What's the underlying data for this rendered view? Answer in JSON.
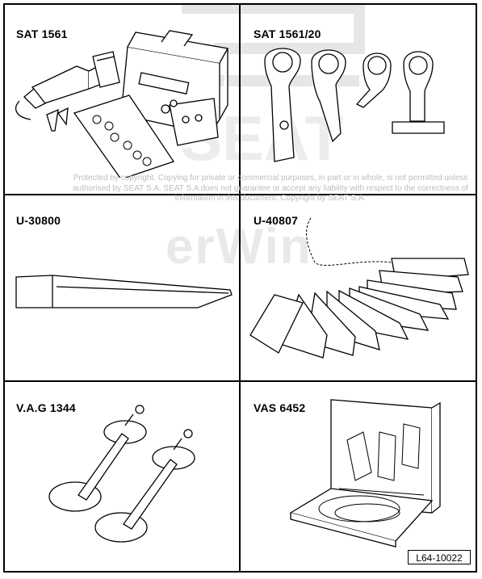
{
  "watermark": {
    "logo_text": "SEAT",
    "brand_text": "erWin",
    "copyright": "Protected by copyright. Copying for private or commercial purposes, in part or in whole, is not permitted unless authorised by SEAT S.A. SEAT S.A does not guarantee or accept any liability with respect to the correctness of information in this document. Copyright by SEAT S.A."
  },
  "tools": [
    {
      "label": "SAT 1561"
    },
    {
      "label": "SAT 1561/20"
    },
    {
      "label": "U-30800"
    },
    {
      "label": "U-40807"
    },
    {
      "label": "V.A.G 1344"
    },
    {
      "label": "VAS 6452"
    }
  ],
  "reference": "L64-10022"
}
